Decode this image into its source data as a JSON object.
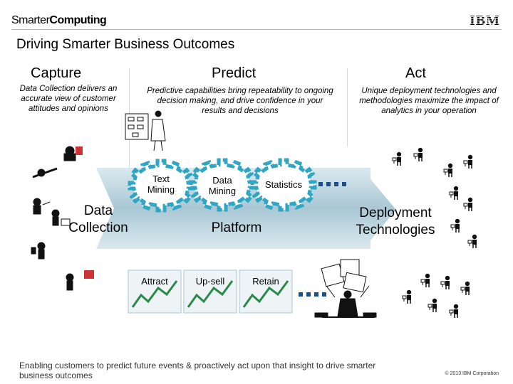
{
  "header": {
    "brand_light": "Smarter",
    "brand_bold": "Computing",
    "ibm_logo": "IBM",
    "title": "Driving Smarter Business Outcomes"
  },
  "columns": {
    "capture": {
      "heading": "Capture",
      "description": "Data Collection delivers an accurate view of customer attitudes and opinions"
    },
    "predict": {
      "heading": "Predict",
      "description": "Predictive capabilities bring repeatability to ongoing decision making, and drive confidence in your results and decisions"
    },
    "act": {
      "heading": "Act",
      "description": "Unique deployment technologies and methodologies maximize the impact of analytics in your operation"
    }
  },
  "diagram": {
    "data_collection": "Data Collection",
    "gears": [
      "Text Mining",
      "Data Mining",
      "Statistics"
    ],
    "platform": "Platform",
    "deployment": "Deployment Technologies",
    "outcomes": [
      "Attract",
      "Up-sell",
      "Retain"
    ]
  },
  "footer": {
    "tagline": "Enabling customers to predict future events & proactively act upon that insight to drive smarter business outcomes",
    "copyright": "© 2013 IBM Corporation"
  },
  "colors": {
    "arrow": "#a9c7d4",
    "arrow_light": "#dbe9ef",
    "gear": "#2ea6c4",
    "gear_light": "#9fd3e3",
    "trend": "#2a8a4a",
    "connector": "#1a4f8a"
  }
}
